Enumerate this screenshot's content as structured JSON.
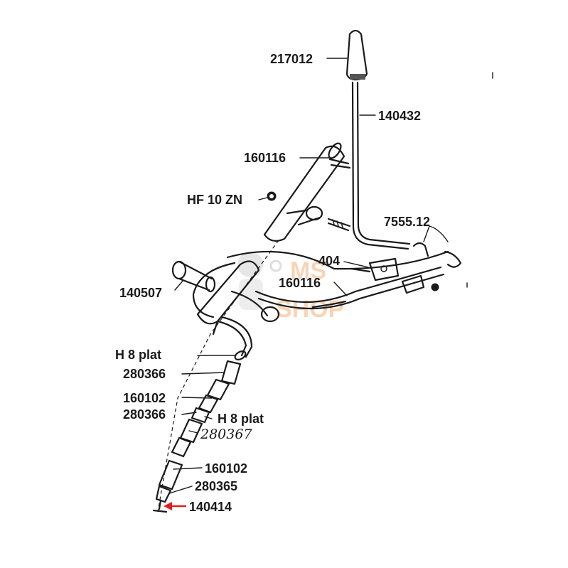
{
  "labels": {
    "handle_knob": "217012",
    "lever_rod": "140432",
    "pin_top": "160116",
    "nut": "HF 10 ZN",
    "clip": "7555.12",
    "bracket": "404",
    "pin_mid": "160116",
    "pivot_bolt": "140507",
    "washer_top": "H 8 plat",
    "sleeve_top": "280366",
    "tube_top": "160102",
    "sleeve_mid": "280366",
    "washer_mid": "H 8 plat",
    "sleeve_hand": "280367",
    "tube_bottom": "160102",
    "sleeve_bottom": "280365",
    "cable_end": "140414"
  },
  "watermark": {
    "line1": "MS",
    "line2": "SHOP"
  },
  "colors": {
    "ink": "#1a1a1a",
    "highlight_arrow": "#e0201e",
    "watermark": "#f3b27a"
  }
}
